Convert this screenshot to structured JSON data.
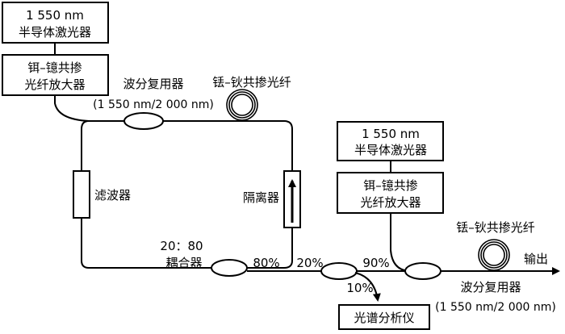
{
  "laser_left": {
    "line1": "1 550 nm",
    "line2": "半导体激光器"
  },
  "amp_left": {
    "line1": "铒–镱共掺",
    "line2": "光纤放大器"
  },
  "wdm_left": {
    "label": "波分复用器",
    "spec": "(1 550 nm/2 000 nm)"
  },
  "fiber_left": {
    "label": "铥–钬共掺光纤"
  },
  "filter": {
    "label": "滤波器"
  },
  "isolator": {
    "label": "隔离器"
  },
  "coupler_main": {
    "ratio": "20：80",
    "label": "耦合器",
    "out_loop": "80%",
    "out_tap": "20%"
  },
  "laser_right": {
    "line1": "1 550 nm",
    "line2": "半导体激光器"
  },
  "amp_right": {
    "line1": "铒–镱共掺",
    "line2": "光纤放大器"
  },
  "coupler_small": {
    "out_through": "90%",
    "out_tap": "10%"
  },
  "fiber_right": {
    "label": "铥–钬共掺光纤"
  },
  "output": {
    "label": "输出"
  },
  "wdm_right": {
    "label": "波分复用器",
    "spec": "(1 550 nm/2 000 nm)"
  },
  "osa": {
    "label": "光谱分析仪"
  }
}
